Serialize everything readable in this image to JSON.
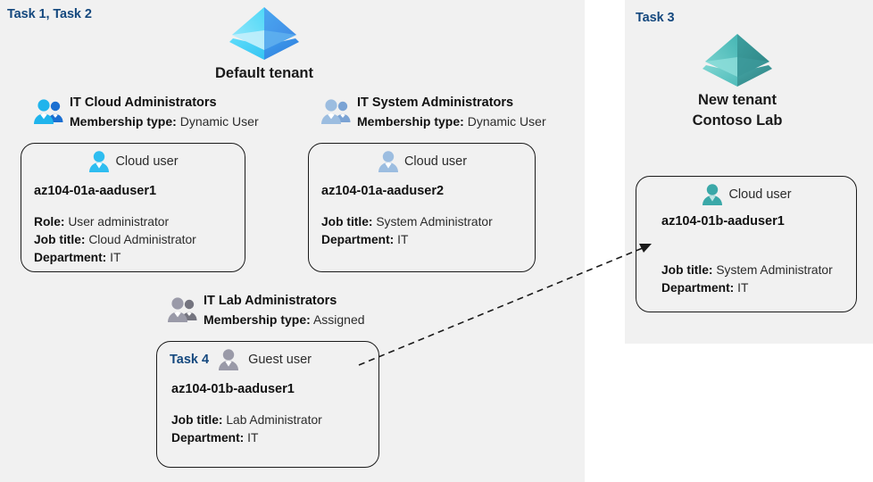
{
  "panels": {
    "left": {
      "task_label": "Task 1, Task 2"
    },
    "right": {
      "task_label": "Task 3"
    }
  },
  "tenants": [
    {
      "id": "default-tenant",
      "icon": "azure-ad-tenant-icon",
      "name_line1": "Default tenant",
      "name_line2": "",
      "color": "#32bdef"
    },
    {
      "id": "new-tenant",
      "icon": "azure-ad-tenant-icon",
      "name_line1": "New  tenant",
      "name_line2": "Contoso Lab",
      "color": "#4cb5b5"
    }
  ],
  "groups": [
    {
      "id": "it-cloud-administrators",
      "icon": "group-users-icon",
      "name": "IT Cloud Administrators",
      "meta_label": "Membership type:",
      "meta_value": "Dynamic User",
      "icon_color": "#20b4ec"
    },
    {
      "id": "it-system-administrators",
      "icon": "group-users-icon",
      "name": "IT System Administrators",
      "meta_label": "Membership type:",
      "meta_value": "Dynamic User",
      "icon_color": "#9cbde0"
    },
    {
      "id": "it-lab-administrators",
      "icon": "group-users-icon",
      "name": "IT Lab Administrators",
      "meta_label": "Membership type:",
      "meta_value": "Assigned",
      "icon_color": "#9a9aa8"
    }
  ],
  "users": [
    {
      "id": "az104-01a-aaduser1",
      "user_type": "Cloud user",
      "icon": "cloud-user-icon",
      "icon_color": "#2ebdf0",
      "upn": "az104-01a-aaduser1",
      "task_label": "",
      "attrs": [
        {
          "label": "Role:",
          "value": "User administrator"
        },
        {
          "label": "Job title:",
          "value": "Cloud Administrator"
        },
        {
          "label": "Department:",
          "value": "IT"
        }
      ]
    },
    {
      "id": "az104-01a-aaduser2",
      "user_type": "Cloud user",
      "icon": "cloud-user-icon",
      "icon_color": "#9cbde0",
      "upn": "az104-01a-aaduser2",
      "task_label": "",
      "attrs": [
        {
          "label": "Job title:",
          "value": "System Administrator"
        },
        {
          "label": "Department:",
          "value": "IT"
        }
      ]
    },
    {
      "id": "az104-01b-aaduser1-guest",
      "user_type": "Guest user",
      "icon": "guest-user-icon",
      "icon_color": "#9a9aa8",
      "upn": "az104-01b-aaduser1",
      "task_label": "Task 4",
      "attrs": [
        {
          "label": "Job title:",
          "value": "Lab Administrator"
        },
        {
          "label": "Department:",
          "value": "IT"
        }
      ]
    },
    {
      "id": "az104-01b-aaduser1-cloud",
      "user_type": "Cloud user",
      "icon": "cloud-user-icon",
      "icon_color": "#3ba8a8",
      "upn": "az104-01b-aaduser1",
      "task_label": "",
      "attrs": [
        {
          "label": "Job title:",
          "value": "System Administrator"
        },
        {
          "label": "Department:",
          "value": "IT"
        }
      ]
    }
  ],
  "connector": {
    "id": "guest-to-cloud-user-arrow",
    "style": "dashed-arrow",
    "color": "#1b1b1b"
  }
}
